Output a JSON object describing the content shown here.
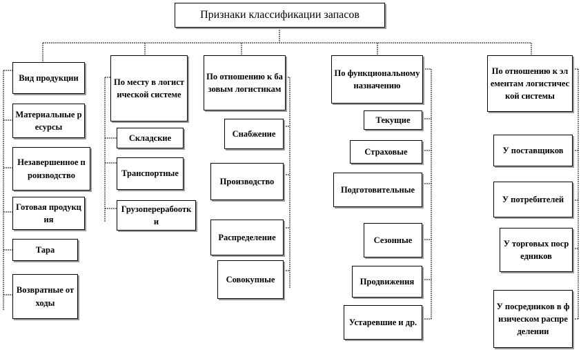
{
  "title": "Признаки классификации запасов",
  "columns": [
    {
      "header": "Вид продукции",
      "items": [
        "Материальные ресурсы",
        "Незавершенное производство",
        "Готовая продукция",
        "Тара",
        "Возвратные отходы"
      ]
    },
    {
      "header": "По месту в логистической системе",
      "items": [
        "Складские",
        "Транспортные",
        "Грузоперерабоотки"
      ]
    },
    {
      "header": "По отношению к базовым логистикам",
      "items": [
        "Снабжение",
        "Производство",
        "Распределение",
        "Совокупные"
      ]
    },
    {
      "header": "По функциональному назначению",
      "items": [
        "Текущие",
        "Страховые",
        "Подготовительные",
        "Сезонные",
        "Продвижения",
        "Устаревшие и др."
      ]
    },
    {
      "header": "По отношению к элементам логистической системы",
      "items": [
        "У поставщиков",
        "У потребителей",
        "У торговых посредников",
        "У посредников в физическом распределении"
      ]
    }
  ]
}
